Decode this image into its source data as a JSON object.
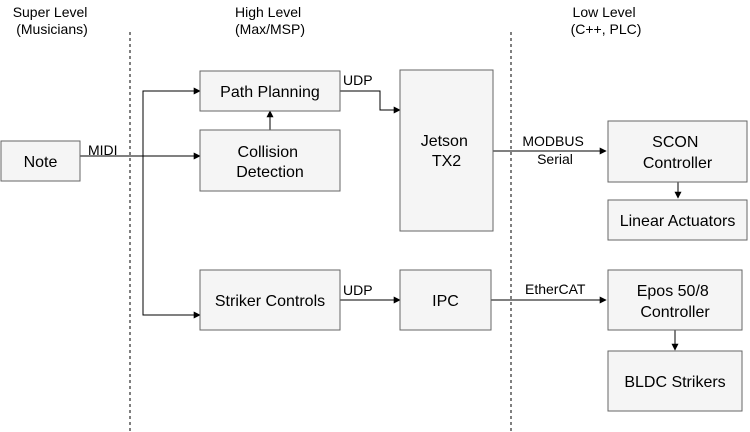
{
  "levels": {
    "super": [
      "Super Level",
      "(Musicians)"
    ],
    "high": [
      "High Level",
      "(Max/MSP)"
    ],
    "low": [
      "Low Level",
      "(C++, PLC)"
    ]
  },
  "nodes": {
    "note": [
      "Note"
    ],
    "path_planning": [
      "Path Planning"
    ],
    "collision_detection": [
      "Collision",
      "Detection"
    ],
    "striker_controls": [
      "Striker Controls"
    ],
    "jetson": [
      "Jetson",
      "TX2"
    ],
    "ipc": [
      "IPC"
    ],
    "scon": [
      "SCON",
      "Controller"
    ],
    "linear_actuators": [
      "Linear Actuators"
    ],
    "epos": [
      "Epos 50/8",
      "Controller"
    ],
    "bldc": [
      "BLDC Strikers"
    ]
  },
  "edge_labels": {
    "midi": "MIDI",
    "udp_top": "UDP",
    "udp_bottom": "UDP",
    "modbus": [
      "MODBUS",
      "Serial"
    ],
    "ethercat": "EtherCAT"
  },
  "colors": {
    "node_fill": "#f5f5f5",
    "node_stroke": "#666666",
    "edge": "#000000",
    "divider": "#000000"
  }
}
